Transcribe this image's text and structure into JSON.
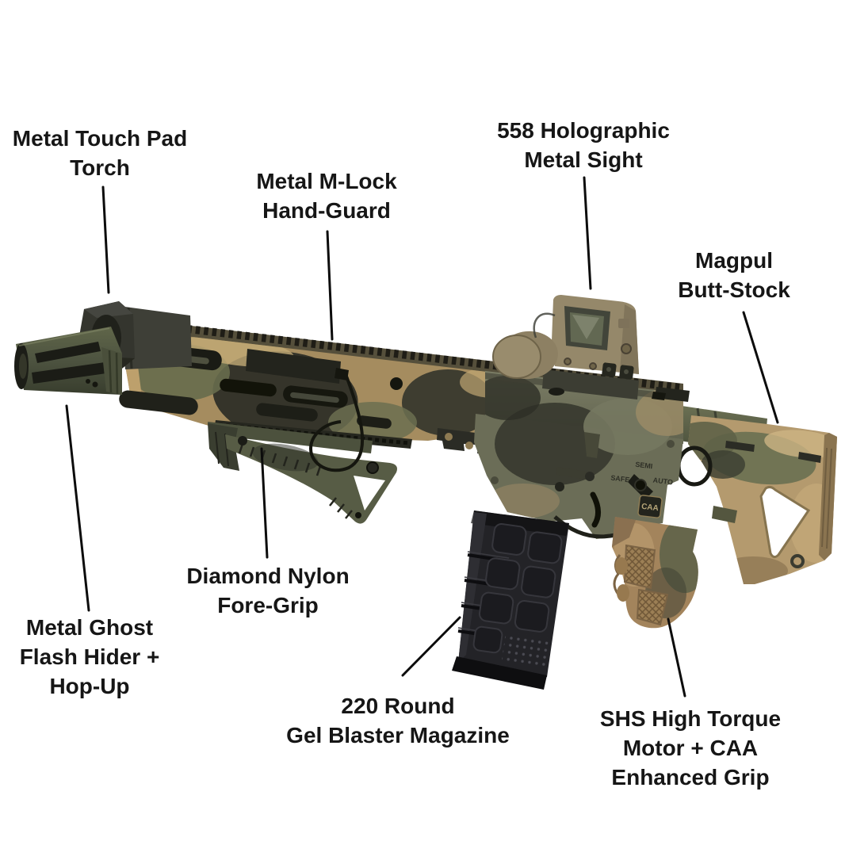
{
  "figure": {
    "type": "annotated-product-diagram",
    "subject": "camouflage gel blaster rifle with labeled parts"
  },
  "colors": {
    "background": "#ffffff",
    "label_text": "#161616",
    "leader_line": "#0c0c0c",
    "camo_tan": "#a58c5f",
    "camo_olive": "#646849",
    "camo_dark": "#2e2f27",
    "camo_light": "#c2aa76",
    "black_parts": "#232327",
    "sight_tan": "#95886a",
    "stock_tan": "#b49a6e",
    "grip_tan": "#a3845c"
  },
  "annotations": [
    {
      "part": "torch",
      "lines": [
        "Metal Touch Pad",
        "Torch"
      ]
    },
    {
      "part": "hand-guard",
      "lines": [
        "Metal M-Lock",
        "Hand-Guard"
      ]
    },
    {
      "part": "sight",
      "lines": [
        "558 Holographic",
        "Metal Sight"
      ]
    },
    {
      "part": "butt-stock",
      "lines": [
        "Magpul",
        "Butt-Stock"
      ]
    },
    {
      "part": "fore-grip",
      "lines": [
        "Diamond Nylon",
        "Fore-Grip"
      ]
    },
    {
      "part": "flash-hider",
      "lines": [
        "Metal Ghost",
        "Flash Hider +",
        "Hop-Up"
      ]
    },
    {
      "part": "magazine",
      "lines": [
        "220 Round",
        "Gel Blaster Magazine"
      ]
    },
    {
      "part": "grip",
      "lines": [
        "SHS High Torque",
        "Motor + CAA",
        "Enhanced Grip"
      ]
    }
  ],
  "rifle": {
    "markings": {
      "safe": "SAFE",
      "semi": "SEMI",
      "auto": "AUTO",
      "caa": "CAA"
    }
  }
}
